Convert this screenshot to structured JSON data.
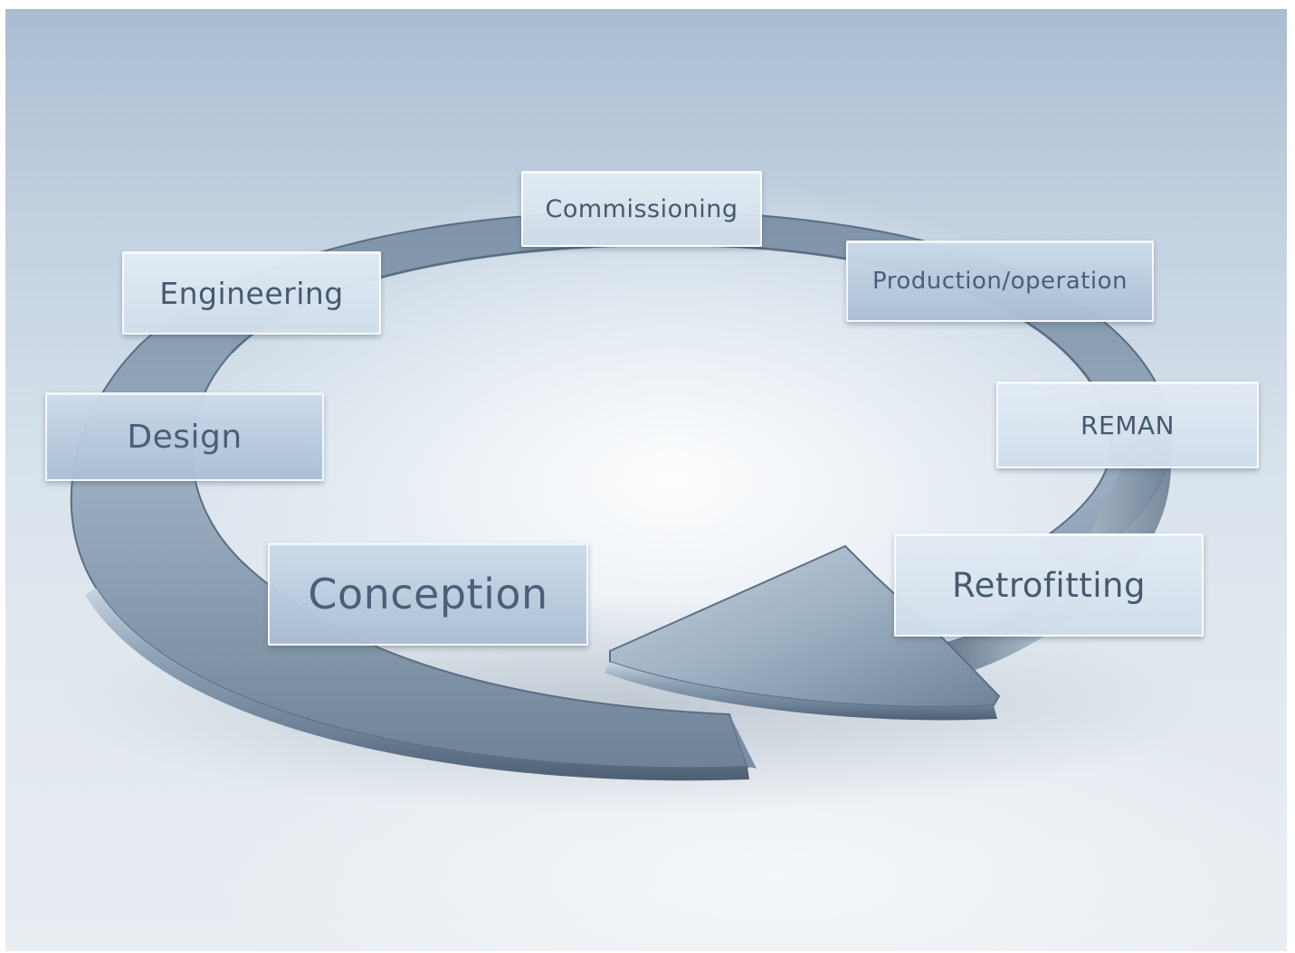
{
  "stages": {
    "commissioning": "Commissioning",
    "production": "Production/operation",
    "engineering": "Engineering",
    "design": "Design",
    "reman": "REMAN",
    "conception": "Conception",
    "retrofitting": "Retrofitting"
  },
  "colors": {
    "label_text": "#4a5f78",
    "ring_metal": "#8ea2b6",
    "background": "#d9e3ec"
  }
}
